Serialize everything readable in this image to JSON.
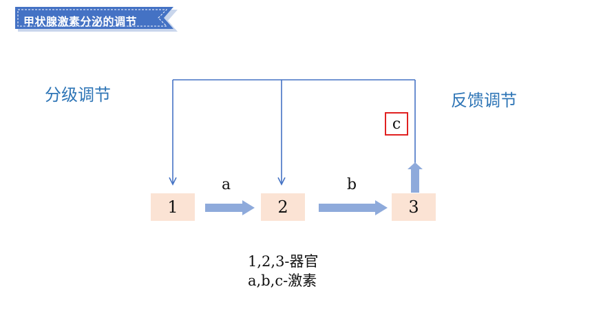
{
  "title": "甲状腺激素分泌的调节",
  "labels": {
    "grading": "分级调节",
    "feedback": "反馈调节"
  },
  "organs": [
    "1",
    "2",
    "3"
  ],
  "hormones": {
    "a": "a",
    "b": "b",
    "c": "c"
  },
  "legend": {
    "line1": "1,2,3-器官",
    "line2": "a,b,c-激素"
  },
  "colors": {
    "banner": "#4472c4",
    "line": "#4472c4",
    "thick_arrow": "#8eaadb",
    "box_fill": "#fbe3d4",
    "label_text": "#2e75b6",
    "c_border": "#e02020"
  }
}
